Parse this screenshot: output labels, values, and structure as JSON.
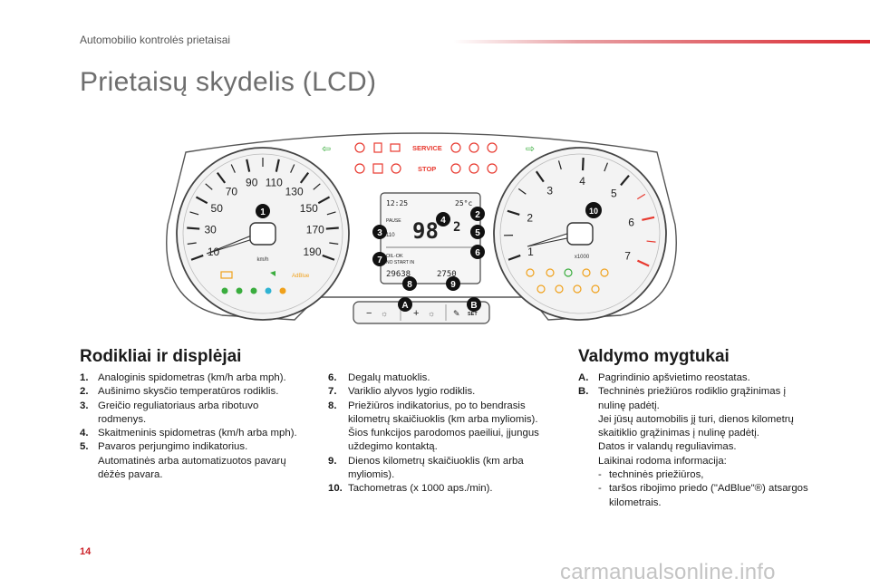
{
  "header": {
    "section": "Automobilio kontrolės prietaisai",
    "title": "Prietaisų skydelis (LCD)"
  },
  "dashboard": {
    "speedo_ticks": [
      "10",
      "30",
      "50",
      "70",
      "90",
      "110",
      "130",
      "150",
      "170",
      "190"
    ],
    "speedo_unit": "km/h",
    "tacho_ticks": [
      "1",
      "2",
      "3",
      "4",
      "5",
      "6",
      "7"
    ],
    "tacho_unit": "x1000",
    "service_label": "SERVICE",
    "stop_label": "STOP",
    "lcd": {
      "time": "12:25",
      "temp": "25°c",
      "pause": "PAUSE",
      "speed": "98",
      "limit": "110",
      "cruise_value": "2",
      "oil": "OIL-OK",
      "stop_start": "NO START IN",
      "odometer": "29638",
      "trip": "2750"
    },
    "buttons": {
      "minus": "−",
      "plus": "+",
      "set": "SET"
    },
    "callouts": [
      "1",
      "2",
      "3",
      "4",
      "5",
      "6",
      "7",
      "8",
      "9",
      "10",
      "A",
      "B"
    ]
  },
  "rodikliai": {
    "title": "Rodikliai ir displėjai",
    "items": [
      {
        "num": "1.",
        "text": "Analoginis spidometras (km/h arba mph)."
      },
      {
        "num": "2.",
        "text": "Aušinimo skysčio temperatūros rodiklis."
      },
      {
        "num": "3.",
        "text": "Greičio reguliatoriaus arba ribotuvo rodmenys."
      },
      {
        "num": "4.",
        "text": "Skaitmeninis spidometras (km/h arba mph)."
      },
      {
        "num": "5.",
        "text": "Pavaros perjungimo indikatorius.",
        "text2": "Automatinės arba automatizuotos pavarų dėžės pavara."
      }
    ]
  },
  "col2": {
    "items": [
      {
        "num": "6.",
        "text": "Degalų matuoklis."
      },
      {
        "num": "7.",
        "text": "Variklio alyvos lygio rodiklis."
      },
      {
        "num": "8.",
        "text": "Priežiūros indikatorius, po to bendrasis kilometrų skaičiuoklis (km arba myliomis).",
        "text2": "Šios funkcijos parodomos paeiliui, įjungus uždegimo kontaktą."
      },
      {
        "num": "9.",
        "text": "Dienos kilometrų skaičiuoklis (km arba myliomis)."
      },
      {
        "num": "10.",
        "text": "Tachometras (x 1000 aps./min)."
      }
    ]
  },
  "valdymo": {
    "title": "Valdymo mygtukai",
    "items": [
      {
        "num": "A.",
        "text": "Pagrindinio apšvietimo reostatas."
      },
      {
        "num": "B.",
        "text": "Techninės priežiūros rodiklio grąžinimas į nulinę padėtį.",
        "text2": "Jei jūsų automobilis jį turi, dienos kilometrų skaitiklio grąžinimas į nulinę padėtį.",
        "text3": "Datos ir valandų reguliavimas.",
        "text4": "Laikinai rodoma informacija:",
        "subs": [
          "techninės priežiūros,",
          "taršos ribojimo priedo (\"AdBlue\"®) atsargos kilometrais."
        ]
      }
    ]
  },
  "footer": {
    "page_number": "14",
    "watermark": "carmanualsonline.info"
  },
  "colors": {
    "accent": "#d9262e",
    "warning": "#e8392f",
    "amber": "#f0a11b",
    "green": "#3aad3e",
    "cyan": "#2fb3d3"
  }
}
